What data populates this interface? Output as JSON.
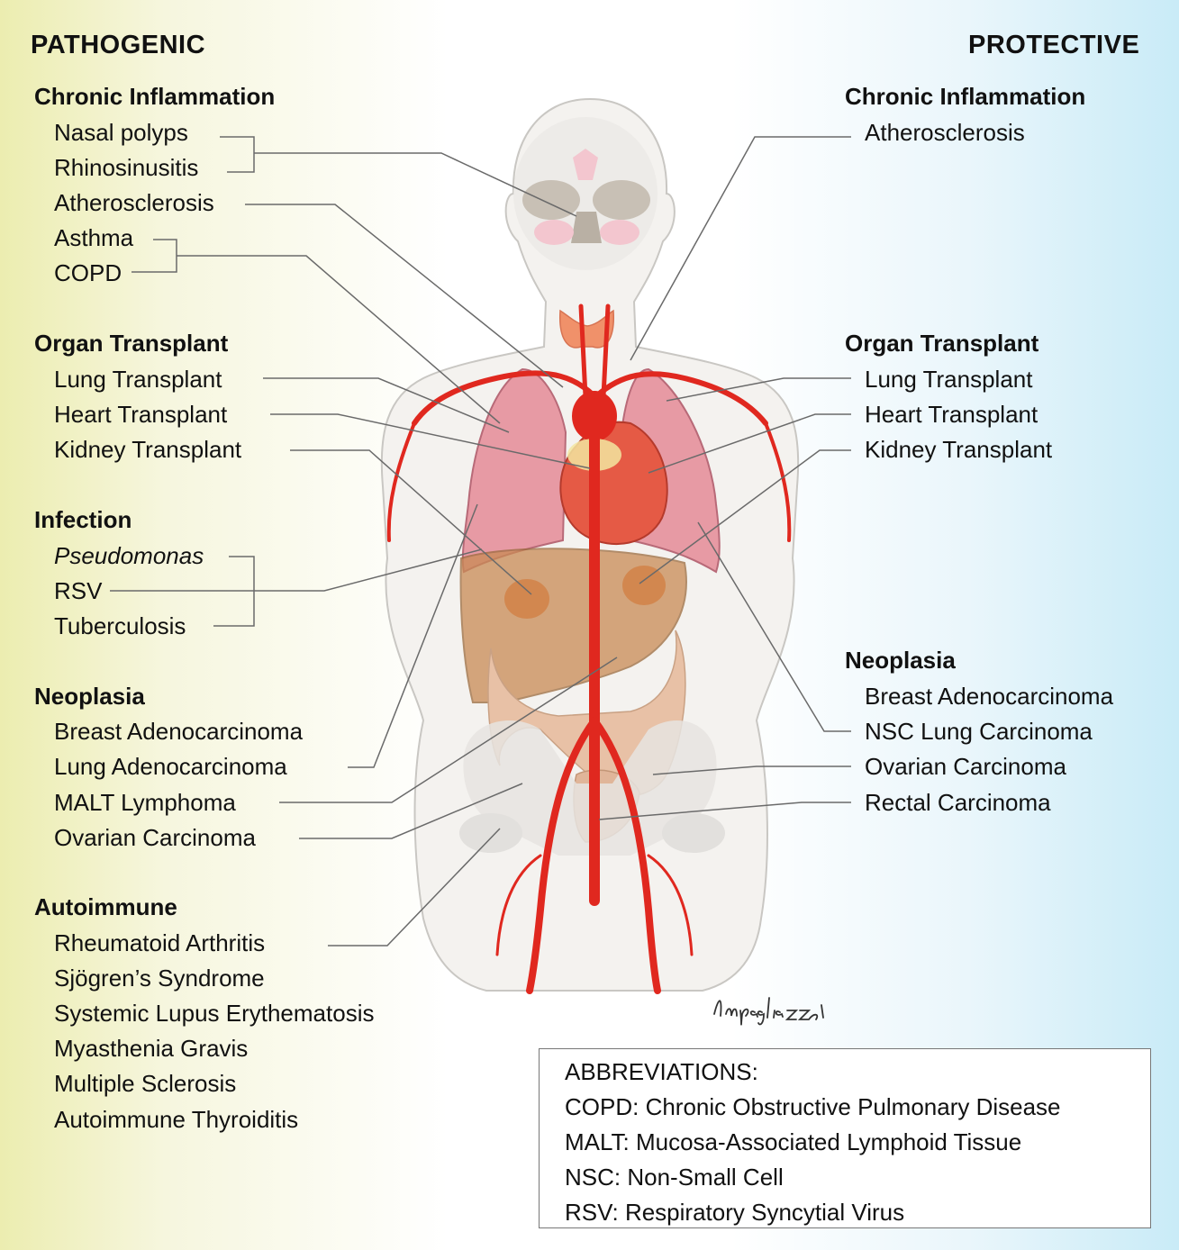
{
  "headers": {
    "left": "PATHOGENIC",
    "right": "PROTECTIVE"
  },
  "pathogenic": {
    "chronic_inflammation": {
      "title": "Chronic Inflammation",
      "items": [
        "Nasal polyps",
        "Rhinosinusitis",
        "Atherosclerosis",
        "Asthma",
        "COPD"
      ]
    },
    "organ_transplant": {
      "title": "Organ Transplant",
      "items": [
        "Lung Transplant",
        "Heart Transplant",
        "Kidney Transplant"
      ]
    },
    "infection": {
      "title": "Infection",
      "items": [
        "Pseudomonas",
        "RSV",
        "Tuberculosis"
      ]
    },
    "neoplasia": {
      "title": "Neoplasia",
      "items": [
        "Breast Adenocarcinoma",
        "Lung Adenocarcinoma",
        "MALT Lymphoma",
        "Ovarian Carcinoma"
      ]
    },
    "autoimmune": {
      "title": "Autoimmune",
      "items": [
        "Rheumatoid Arthritis",
        "Sjögren’s Syndrome",
        "Systemic Lupus Erythematosis",
        "Myasthenia Gravis",
        "Multiple Sclerosis",
        "Autoimmune Thyroiditis"
      ]
    }
  },
  "protective": {
    "chronic_inflammation": {
      "title": "Chronic Inflammation",
      "items": [
        "Atherosclerosis"
      ]
    },
    "organ_transplant": {
      "title": "Organ Transplant",
      "items": [
        "Lung Transplant",
        "Heart Transplant",
        "Kidney Transplant"
      ]
    },
    "neoplasia": {
      "title": "Neoplasia",
      "items": [
        "Breast Adenocarcinoma",
        "NSC Lung Carcinoma",
        "Ovarian Carcinoma",
        "Rectal Carcinoma"
      ]
    }
  },
  "abbreviations": {
    "title": "ABBREVIATIONS:",
    "items": [
      "COPD:  Chronic Obstructive Pulmonary Disease",
      "MALT: Mucosa-Associated Lymphoid Tissue",
      "NSC: Non-Small Cell",
      "RSV: Respiratory Syncytial Virus"
    ]
  },
  "signature": "Impagliazzo",
  "colors": {
    "pathogenic_bg": "#ecedb0",
    "protective_bg": "#c9ebf7",
    "artery": "#e0281f",
    "lung": "#e79aa4",
    "liver": "#c98a55",
    "intestine": "#e8c1a6",
    "leader_line": "#6a6a6a"
  }
}
